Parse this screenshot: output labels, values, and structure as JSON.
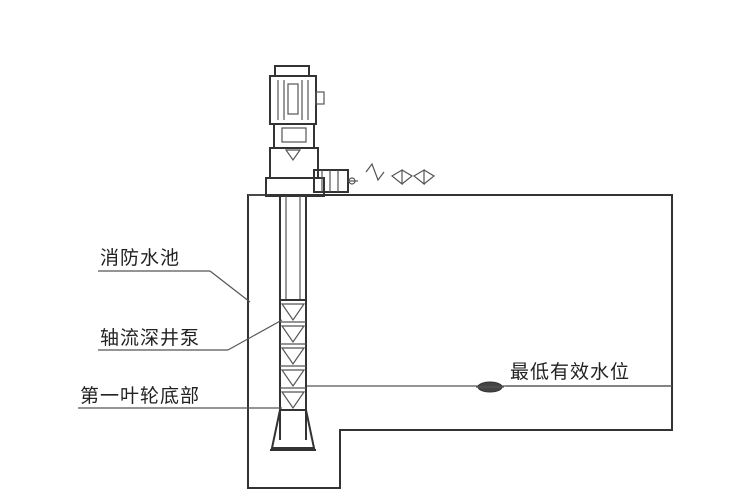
{
  "labels": {
    "tank": "消防水池",
    "pump": "轴流深井泵",
    "impeller_bottom": "第一叶轮底部",
    "min_water_level": "最低有效水位"
  },
  "colors": {
    "line": "#333333",
    "background": "#ffffff"
  }
}
